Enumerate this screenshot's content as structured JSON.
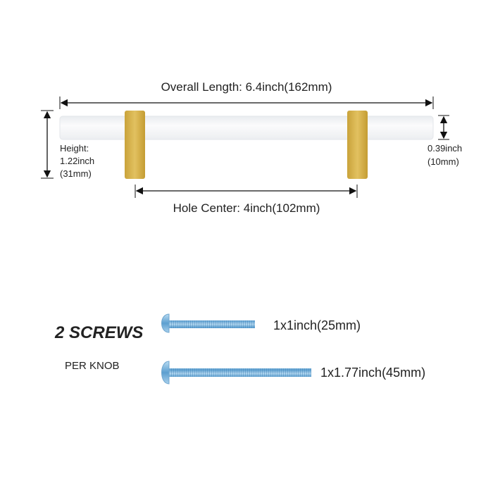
{
  "dimensions": {
    "overall_length": "Overall Length: 6.4inch(162mm)",
    "hole_center": "Hole Center: 4inch(102mm)",
    "height_label": "Height:",
    "height_inch": "1.22inch",
    "height_mm": "(31mm)",
    "diameter_inch": "0.39inch",
    "diameter_mm": "(10mm)"
  },
  "screws": {
    "title": "2 SCREWS",
    "subtitle": "PER KNOB",
    "items": [
      {
        "size": "1x1inch(25mm)"
      },
      {
        "size": "1x1.77inch(45mm)"
      }
    ]
  },
  "colors": {
    "gold": "#d4b04a",
    "screw": "#8fc0e0",
    "bar": "#f4f5f7"
  }
}
